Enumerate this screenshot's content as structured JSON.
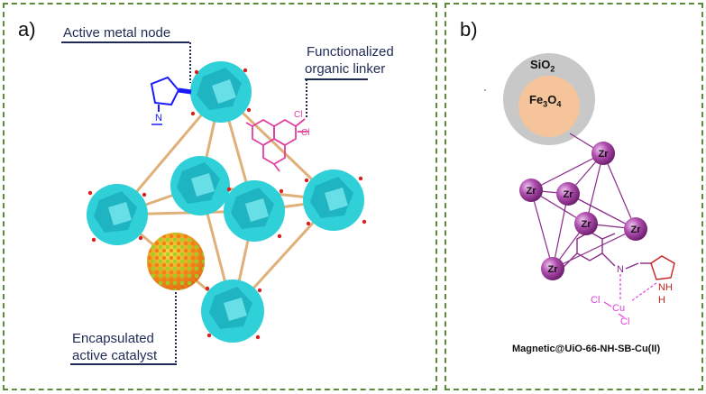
{
  "panel_a": {
    "label": "a)",
    "callouts": {
      "metal_node": "Active metal node",
      "linker_line1": "Functionalized",
      "linker_line2": "organic linker",
      "catalyst_line1": "Encapsulated",
      "catalyst_line2": "active catalyst"
    },
    "chem": {
      "n_label": "N",
      "cl1": "Cl",
      "cl2": "Cl"
    }
  },
  "panel_b": {
    "label": "b)",
    "shell_label": "SiO2",
    "core_label": "Fe3O4",
    "zr_label": "Zr",
    "n_label": "N",
    "nh_label": "NH",
    "h_label": "H",
    "cu_label": "Cu",
    "cl_label": "Cl",
    "caption": "Magnetic@UiO-66-NH-SB-Cu(II)"
  },
  "colors": {
    "frame": "#5a8a3a",
    "cluster": "#2fd0d8",
    "linker": "#e040a0",
    "metal_node_chem": "#1a1aff",
    "zr_sphere": "#8a2a8a",
    "shell": "#c8c8c8",
    "core": "#f5c49a"
  }
}
